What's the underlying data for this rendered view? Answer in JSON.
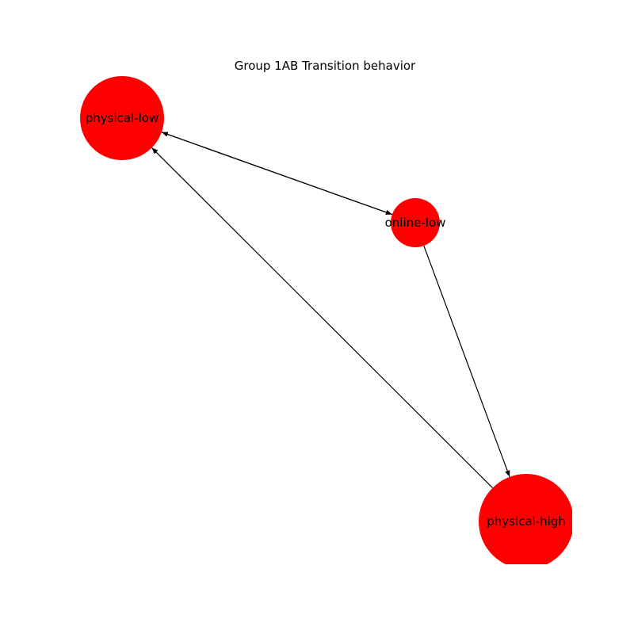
{
  "figure": {
    "title": "Group 1AB Transition behavior"
  },
  "colors": {
    "node_fill": "#ff0000",
    "edge": "#000000",
    "background": "#ffffff"
  },
  "graph": {
    "nodes": [
      {
        "id": "physical-low",
        "label": "physical-low"
      },
      {
        "id": "online-low",
        "label": "online-low"
      },
      {
        "id": "physical-high",
        "label": "physical-high"
      }
    ],
    "edges": [
      {
        "from": "physical-low",
        "to": "online-low"
      },
      {
        "from": "online-low",
        "to": "physical-low"
      },
      {
        "from": "online-low",
        "to": "physical-high"
      },
      {
        "from": "physical-high",
        "to": "physical-low"
      }
    ]
  }
}
